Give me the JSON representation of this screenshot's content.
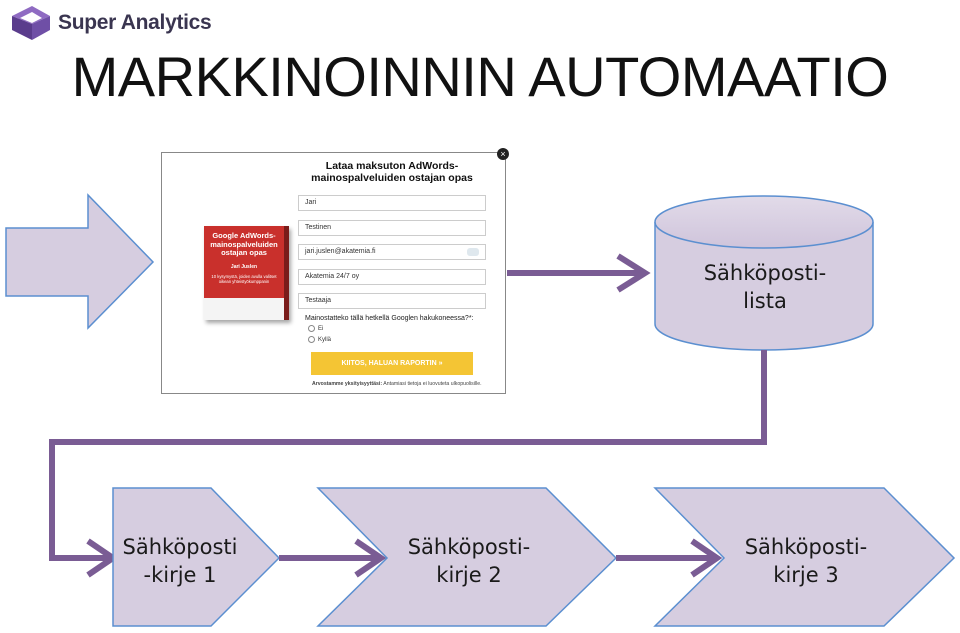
{
  "brand": {
    "name": "Super Analytics",
    "logo_color": "#6b4a9e"
  },
  "title": "MARKKINOINNIN AUTOMAATIO",
  "colors": {
    "shape_fill": "#d6cde0",
    "shape_stroke": "#5b8fd0",
    "connector": "#7a5c94"
  },
  "form": {
    "heading_line1": "Lataa maksuton AdWords-",
    "heading_line2": "mainospalveluiden ostajan opas",
    "close_label": "×",
    "book_title": "Google AdWords-mainospalveluiden ostajan opas",
    "book_author": "Jari Juslen",
    "book_subtitle": "10 kysymystä, joiden avulla valitset oikean yhteistyökumppanin",
    "fields": [
      "Jari",
      "Testinen",
      "jari.juslen@akatemia.fi",
      "Akatemia 24/7 oy",
      "Testaaja"
    ],
    "question": "Mainostatteko tällä hetkellä Googlen hakukoneessa?*:",
    "options": [
      "Ei",
      "Kyllä"
    ],
    "submit_label": "KIITOS, HALUAN RAPORTIN »",
    "privacy_bold": "Arvostamme yksityisyyttäsi:",
    "privacy_text": "Antamiasi tietoja ei luovuteta ulkopuolisille."
  },
  "database": {
    "line1": "Sähköposti-",
    "line2": "lista"
  },
  "emails": [
    {
      "line1": "Sähköposti",
      "line2": "-kirje 1"
    },
    {
      "line1": "Sähköposti-",
      "line2": "kirje 2"
    },
    {
      "line1": "Sähköposti-",
      "line2": "kirje 3"
    }
  ]
}
